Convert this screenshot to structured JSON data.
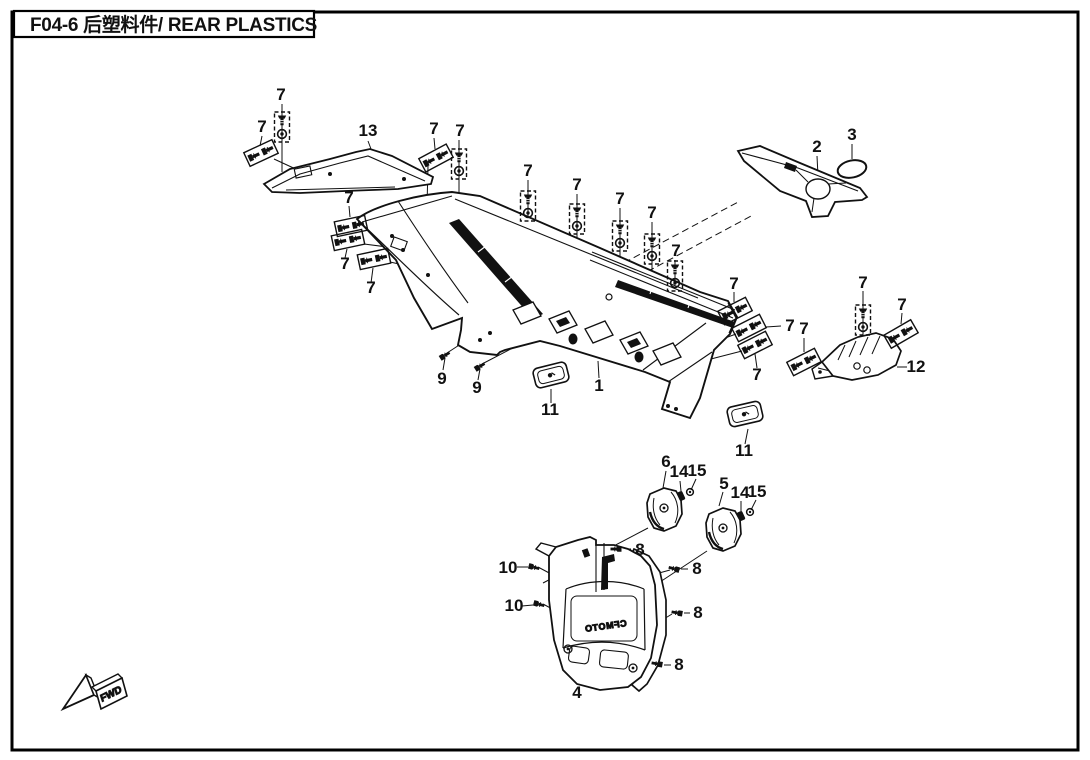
{
  "page": {
    "title": "F04-6 后塑料件/ REAR PLASTICS"
  },
  "diagram": {
    "fwd_label": "FWD",
    "part_logo": "CFMOTO",
    "part_numbers": {
      "n1": "1",
      "n2": "2",
      "n3": "3",
      "n4": "4",
      "n5": "5",
      "n6": "6",
      "n7": "7",
      "n8": "8",
      "n9": "9",
      "n10": "10",
      "n11": "11",
      "n12": "12",
      "n13": "13",
      "n14": "14",
      "n15": "15"
    }
  }
}
